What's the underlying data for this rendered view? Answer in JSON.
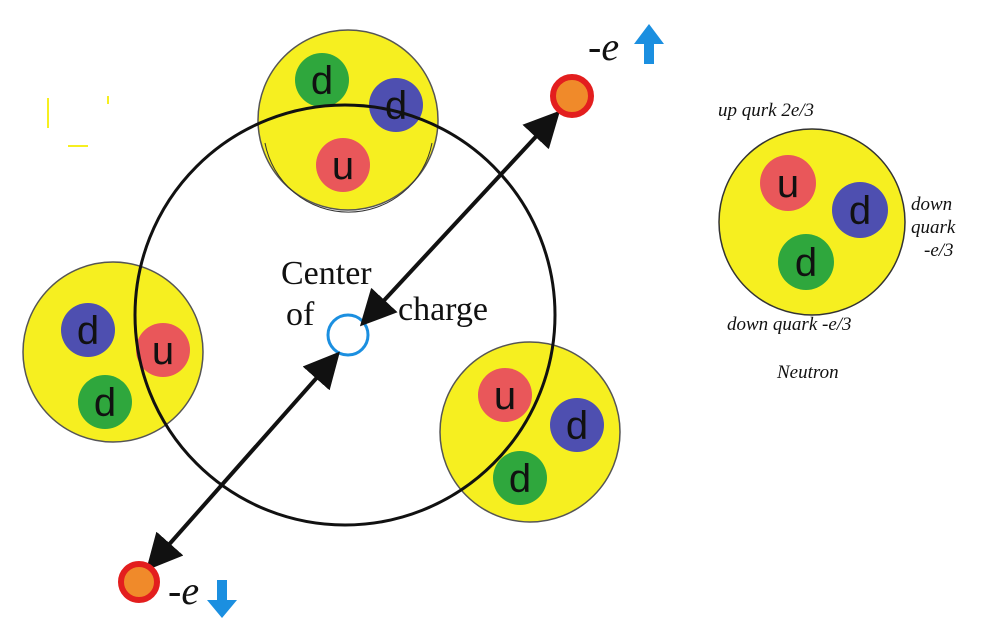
{
  "colors": {
    "nucleon_fill": "#f6ef20",
    "up_quark": "#e9575a",
    "down_quark": "#4e4fb0",
    "down_quark_2": "#2fa73d",
    "electron_outer": "#e31e1e",
    "electron_inner": "#f08a2a",
    "center_ring": "#1b8fe0",
    "spin_arrow": "#1b8fe0",
    "line": "#111111"
  },
  "quark_labels": {
    "up": "u",
    "down": "d"
  },
  "center_label": {
    "line1": "Center",
    "line2": "of",
    "line3": "charge"
  },
  "electron_labels": {
    "top": "-e",
    "bottom": "-e"
  },
  "neutron_legend": {
    "up_quark_label": "up qurk  2e/3",
    "down_quark_right_line1": "down",
    "down_quark_right_line2": "quark",
    "down_quark_right_line3": "-e/3",
    "down_quark_bottom_label": "down quark -e/3",
    "title": "Neutron"
  }
}
